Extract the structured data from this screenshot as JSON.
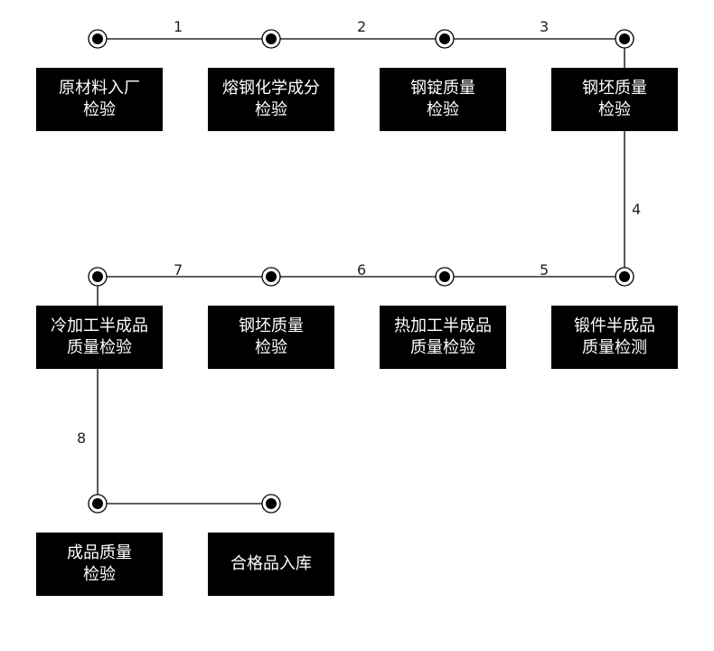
{
  "colors": {
    "box_fill": "#000000",
    "box_text": "#ffffff",
    "line": "#000000",
    "background": "#ffffff"
  },
  "steps": [
    {
      "line1": "原材料入厂",
      "line2": "检验"
    },
    {
      "line1": "熔钢化学成分",
      "line2": "检验"
    },
    {
      "line1": "钢锭质量",
      "line2": "检验"
    },
    {
      "line1": "钢坯质量",
      "line2": "检验"
    },
    {
      "line1": "锻件半成品",
      "line2": "质量检测"
    },
    {
      "line1": "热加工半成品",
      "line2": "质量检验"
    },
    {
      "line1": "钢坯质量",
      "line2": "检验"
    },
    {
      "line1": "冷加工半成品",
      "line2": "质量检验"
    },
    {
      "line1": "成品质量",
      "line2": "检验"
    },
    {
      "line1": "合格品入库",
      "line2": ""
    }
  ],
  "connectors": [
    "1",
    "2",
    "3",
    "4",
    "5",
    "6",
    "7",
    "8"
  ]
}
